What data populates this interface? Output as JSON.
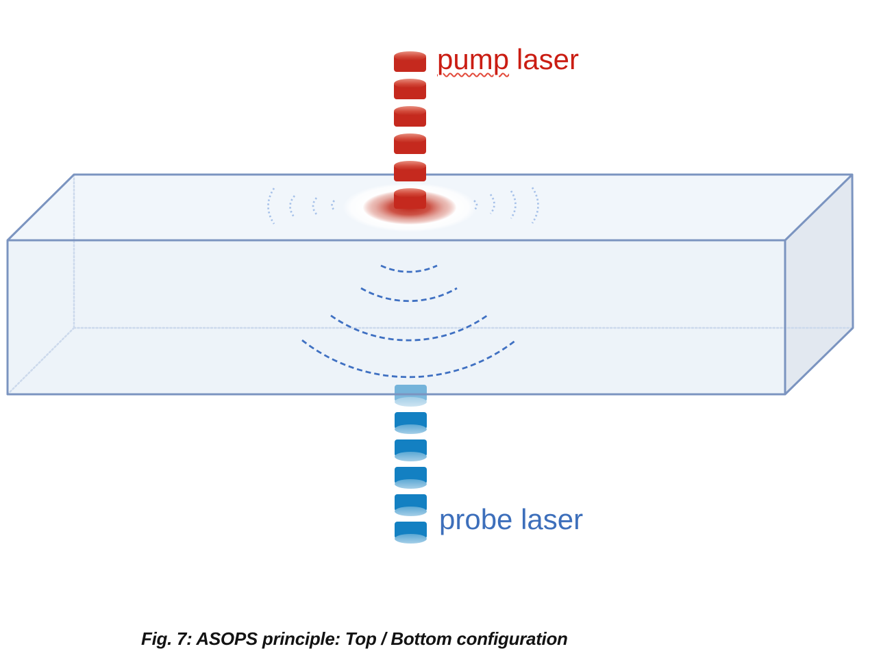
{
  "figure": {
    "caption": "Fig. 7: ASOPS principle: Top / Bottom configuration"
  },
  "labels": {
    "pump_word1": "pump",
    "pump_word2": "laser",
    "probe": "probe laser"
  },
  "diagram": {
    "pump_pulse_count": 6,
    "probe_pulse_count": 6,
    "bulk_wavefront_arcs": 4,
    "surface_ripples_per_side": 4
  },
  "colors": {
    "pump_red": "#c5291e",
    "pump_label_red": "#ca1d13",
    "probe_blue": "#1380c2",
    "probe_label_blue": "#3d6fbb",
    "box_edge": "#7b94c0",
    "box_hidden_edge": "#ccd9ec",
    "box_face_front": "#edf3f9",
    "box_face_top": "#f1f6fb",
    "box_face_side": "#e2e8f0",
    "bulk_wave_blue": "#3f70c2",
    "surface_ripple_blue": "#a6c1e9",
    "caption_color": "#131313"
  }
}
